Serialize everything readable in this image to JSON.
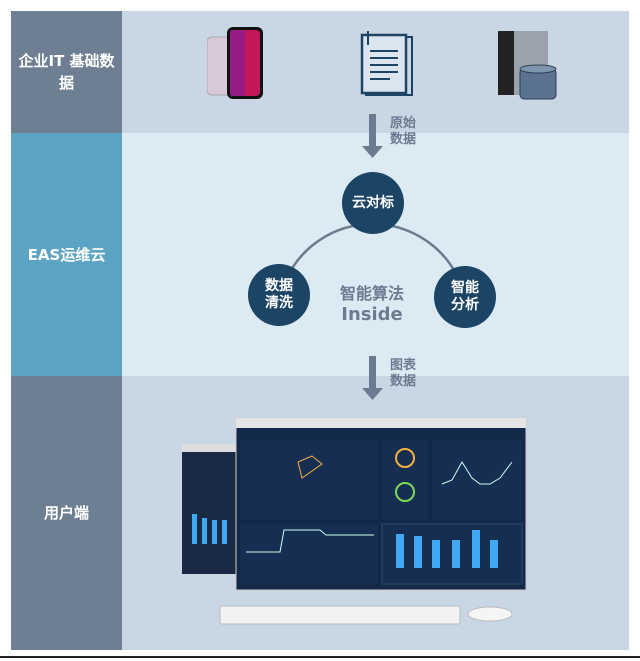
{
  "rows": [
    {
      "label": "企业IT 基础数据"
    },
    {
      "label": "EAS运维云"
    },
    {
      "label": "用户端"
    }
  ],
  "flow": {
    "arrow1": "原始 数据",
    "arrow2": "图表 数据"
  },
  "cycle": {
    "top": "云对标",
    "left": "数据 清洗",
    "right": "智能 分析",
    "center_line1": "智能算法",
    "center_line2": "Inside"
  },
  "colors": {
    "node": "#1c4465",
    "arrow": "#6b7c90"
  }
}
